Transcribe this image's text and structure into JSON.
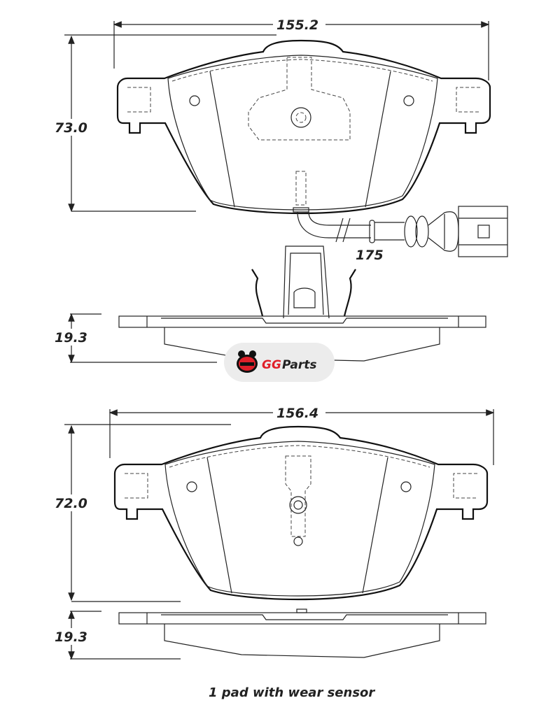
{
  "dimensions": {
    "top_width": "155.2",
    "top_height": "73.0",
    "sensor_length": "175",
    "top_thickness": "19.3",
    "bottom_width": "156.4",
    "bottom_height": "72.0",
    "bottom_thickness": "19.3"
  },
  "watermark": {
    "brand_gg": "GG",
    "brand_parts": "Parts",
    "color": "#e0202a"
  },
  "caption": "1 pad with wear sensor"
}
